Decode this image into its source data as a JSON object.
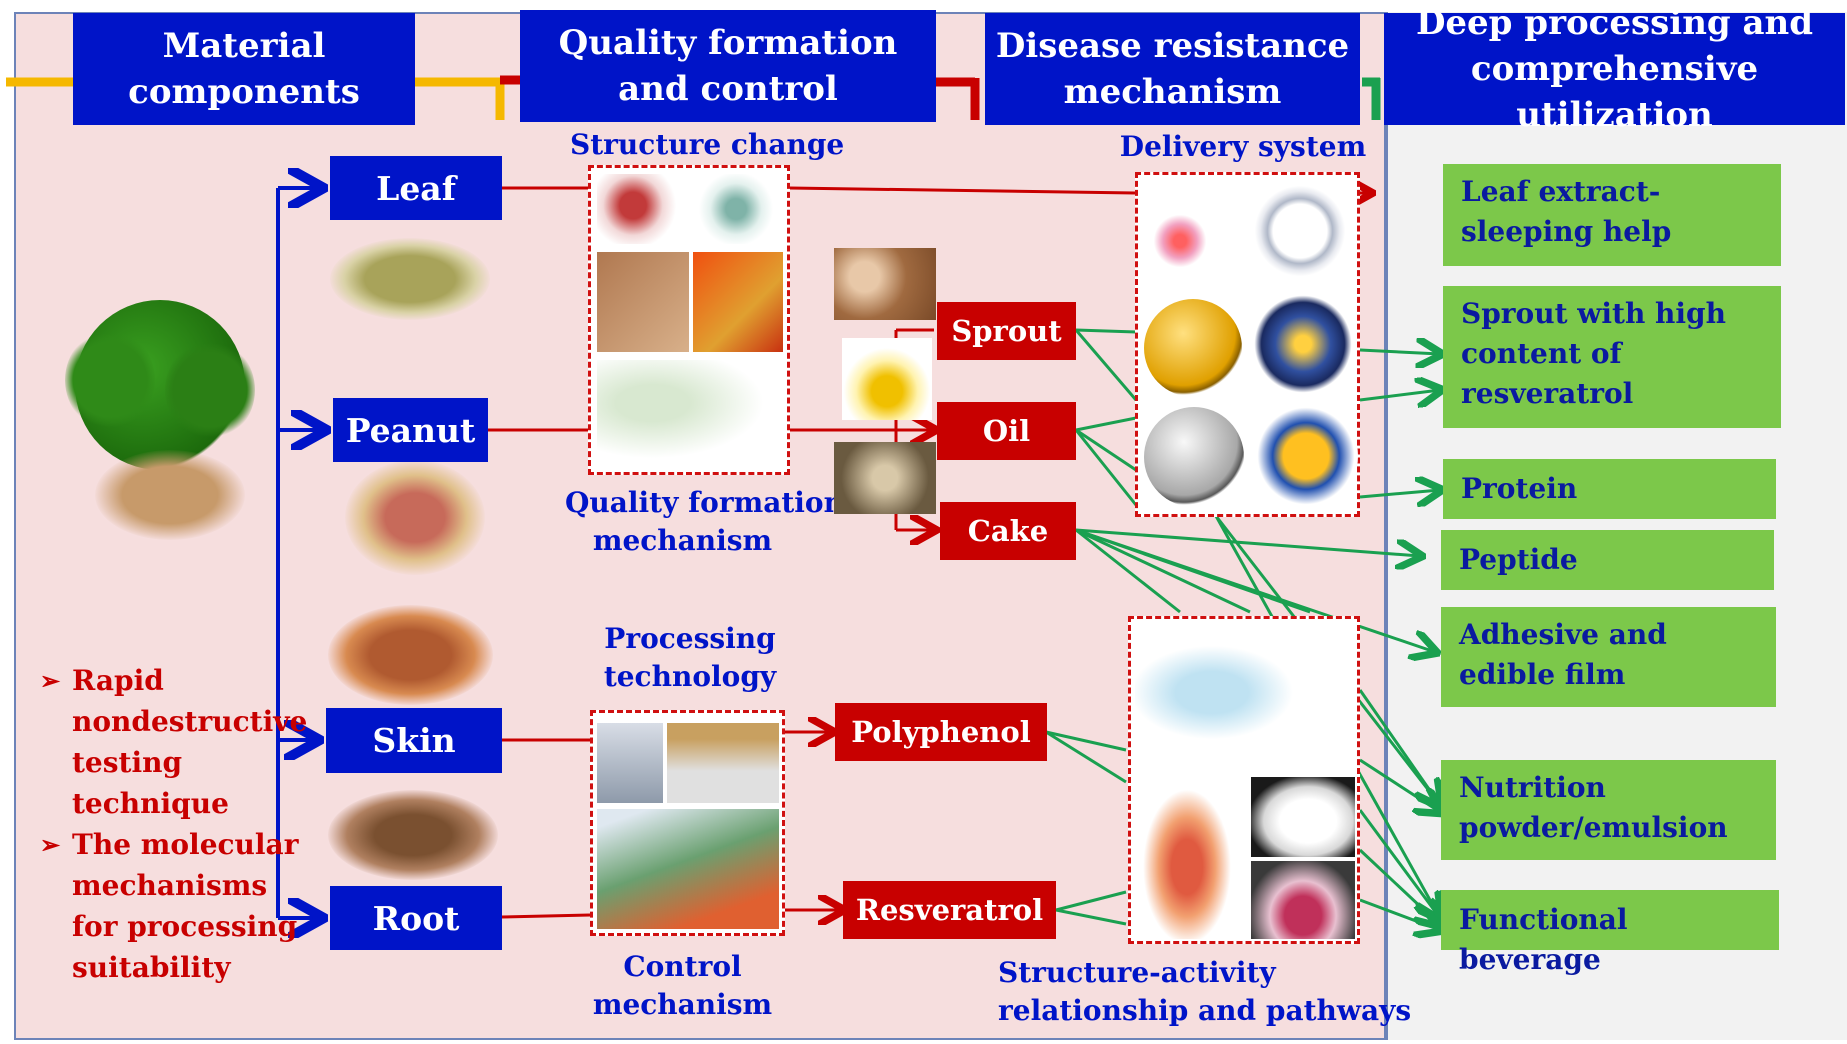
{
  "headers": {
    "material": "Material components",
    "quality": "Quality formation and control",
    "disease": "Disease resistance mechanism",
    "deep": "Deep processing and comprehensive utilization"
  },
  "materials": {
    "leaf": "Leaf",
    "peanut": "Peanut",
    "skin": "Skin",
    "root": "Root"
  },
  "products": {
    "sprout": "Sprout",
    "oil": "Oil",
    "cake": "Cake",
    "polyphenol": "Polyphenol",
    "resveratrol": "Resveratrol"
  },
  "labels": {
    "structure_change": "Structure change",
    "quality_mechanism_line1": "Quality formation",
    "quality_mechanism_line2": "mechanism",
    "processing_line1": "Processing",
    "processing_line2": "technology",
    "control_line1": "Control",
    "control_line2": "mechanism",
    "delivery_system": "Delivery system",
    "sar_line1": "Structure-activity",
    "sar_line2": "relationship and pathways"
  },
  "bullets": [
    "Rapid nondestructive testing technique",
    "The molecular mechanisms for processing suitability"
  ],
  "bullet_marker": "➢",
  "uses": {
    "leaf_extract": "Leaf extract-sleeping help",
    "sprout_resveratrol": "Sprout with high content of resveratrol",
    "protein": "Protein",
    "peptide": "Peptide",
    "adhesive": "Adhesive and edible film",
    "nutrition": "Nutrition powder/emulsion",
    "beverage": "Functional beverage"
  },
  "colors": {
    "header_blue": "#0014c8",
    "product_red": "#c80000",
    "use_green": "#7cc84a",
    "arrow_green": "#1aa050",
    "arrow_red": "#c80000",
    "arrow_blue": "#0014c8",
    "left_bg": "#f6dede"
  }
}
